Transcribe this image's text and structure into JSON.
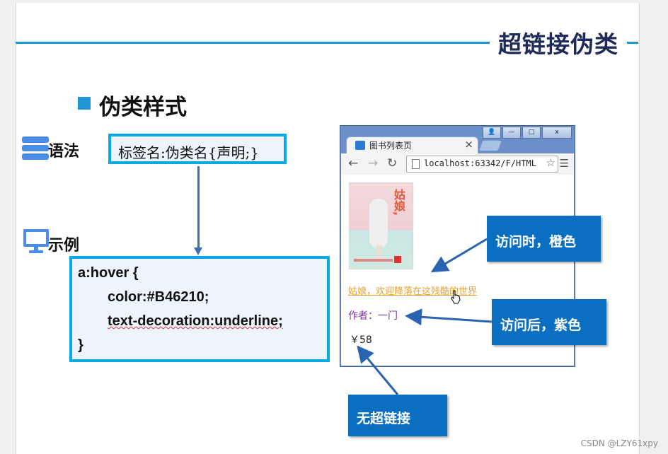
{
  "slide": {
    "title": "超链接伪类",
    "subtitle": "伪类样式",
    "syntax_label": "语法",
    "example_label": "示例",
    "syntax_text": "标签名:伪类名{声明;}",
    "code": {
      "line1": "a:hover {",
      "line2": "color:#B46210;",
      "line3": "text-decoration:underline;",
      "line4": "}"
    },
    "colors": {
      "accent": "#1f97d4",
      "callout": "#0a6fc0",
      "box_border": "#0aa8e6"
    }
  },
  "browser": {
    "tab_title": "图书列表页",
    "tab_close": "×",
    "url": "localhost:63342/F/HTML",
    "window_buttons": [
      "👤",
      "—",
      "□",
      "x"
    ],
    "icons": [
      "back-arrow-icon",
      "forward-arrow-icon",
      "reload-icon",
      "page-icon",
      "bookmark-star-icon",
      "menu-icon"
    ],
    "book_cover_title": "姑娘,",
    "page": {
      "link_text": "姑娘，欢迎降落在这残酷的世界",
      "author_text": "作者：一门",
      "price_text": "￥58"
    },
    "colors": {
      "link_hover": "#e8a030",
      "visited": "#7a3a9e"
    }
  },
  "callouts": {
    "hover": "访问时，橙色",
    "visited": "访问后，紫色",
    "nolink": "无超链接"
  },
  "watermark": "CSDN @LZY61xpy"
}
